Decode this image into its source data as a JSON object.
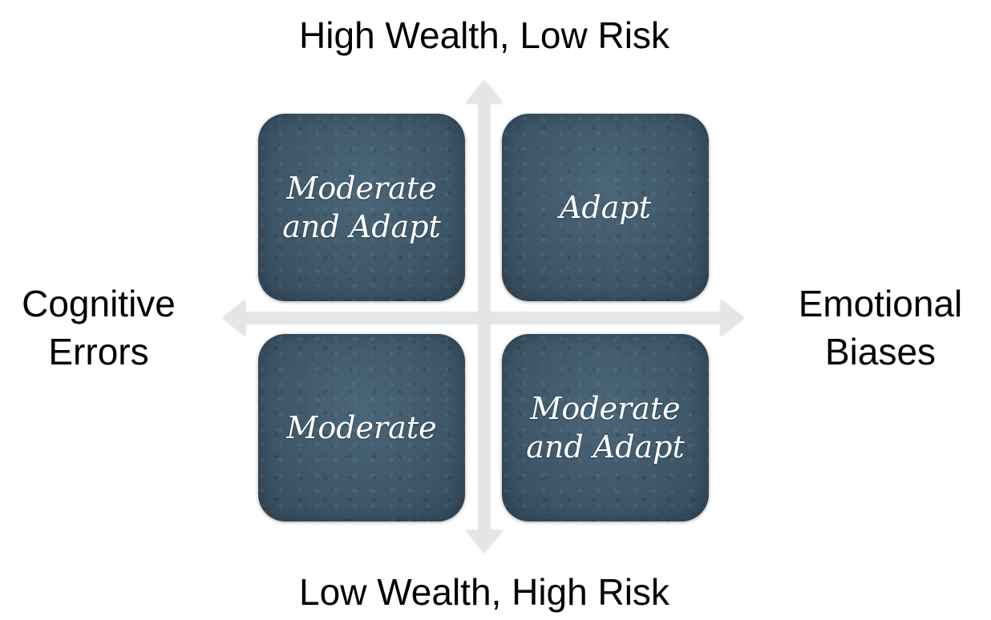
{
  "axes": {
    "top": "High Wealth, Low Risk",
    "bottom": "Low Wealth, High Risk",
    "left": "Cognitive\nErrors",
    "right": "Emotional\nBiases"
  },
  "quadrants": {
    "top_left": "Moderate\nand Adapt",
    "top_right": "Adapt",
    "bottom_left": "Moderate",
    "bottom_right": "Moderate\nand Adapt"
  },
  "colors": {
    "quadrant_fill": "#3f5a6d",
    "arrow": "#e3e5e6",
    "text": "#000000",
    "quadrant_text": "#ffffff"
  }
}
